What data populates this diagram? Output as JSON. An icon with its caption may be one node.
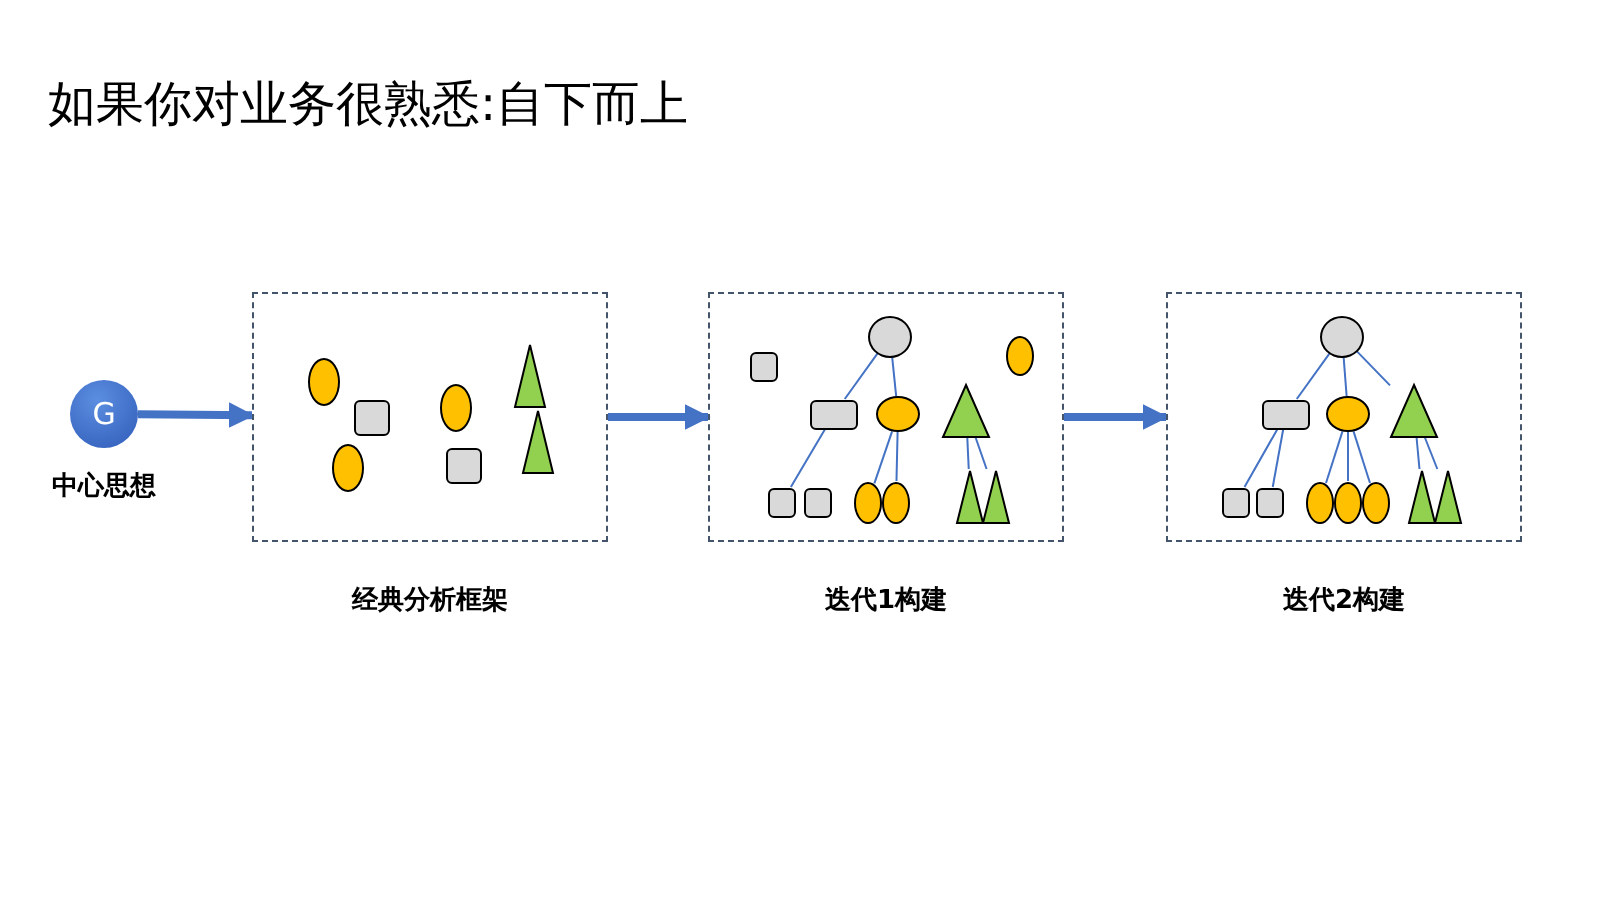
{
  "diagram": {
    "title": "如果你对业务很熟悉:自下而上",
    "nodes": [
      {
        "text": [
          "G"
        ],
        "beside": [
          "中心思想"
        ]
      },
      {
        "text": [
          "经典分析框架"
        ]
      },
      {
        "text": [],
        "shape": "ellipse",
        "in": 1
      },
      {
        "text": [],
        "shape": "box",
        "in": 1
      },
      {
        "text": [],
        "shape": "ellipse",
        "in": 1
      },
      {
        "text": [],
        "shape": "ellipse",
        "in": 1
      },
      {
        "text": [],
        "shape": "box",
        "in": 1
      },
      {
        "text": [],
        "shape": "triangle",
        "in": 1
      },
      {
        "text": [],
        "shape": "triangle",
        "in": 1
      },
      {
        "text": [
          "迭代1构建"
        ]
      },
      {
        "text": [],
        "shape": "box",
        "in": 9
      },
      {
        "text": [],
        "shape": "ellipse",
        "in": 9
      },
      {
        "text": [],
        "shape": "ellipse",
        "in": 9
      },
      {
        "text": [],
        "shape": "box",
        "in": 9
      },
      {
        "text": [],
        "shape": "ellipse",
        "in": 9
      },
      {
        "text": [],
        "shape": "triangle",
        "in": 9
      },
      {
        "text": [],
        "shape": "box",
        "in": 9
      },
      {
        "text": [],
        "shape": "box",
        "in": 9
      },
      {
        "text": [],
        "shape": "ellipse",
        "in": 9
      },
      {
        "text": [],
        "shape": "ellipse",
        "in": 9
      },
      {
        "text": [],
        "shape": "triangle",
        "in": 9
      },
      {
        "text": [],
        "shape": "triangle",
        "in": 9
      },
      {
        "text": [
          "迭代2构建"
        ]
      },
      {
        "text": [],
        "shape": "ellipse",
        "in": 22
      },
      {
        "text": [],
        "shape": "box",
        "in": 22
      },
      {
        "text": [],
        "shape": "ellipse",
        "in": 22
      },
      {
        "text": [],
        "shape": "triangle",
        "in": 22
      },
      {
        "text": [],
        "shape": "box",
        "in": 22
      },
      {
        "text": [],
        "shape": "box",
        "in": 22
      },
      {
        "text": [],
        "shape": "ellipse",
        "in": 22
      },
      {
        "text": [],
        "shape": "ellipse",
        "in": 22
      },
      {
        "text": [],
        "shape": "ellipse",
        "in": 22
      },
      {
        "text": [],
        "shape": "triangle",
        "in": 22
      },
      {
        "text": [],
        "shape": "triangle",
        "in": 22
      }
    ],
    "edges": [
      {
        "from": 0,
        "to": 1,
        "arrow": "to",
        "style": "thick"
      },
      {
        "from": 1,
        "to": 9,
        "arrow": "to",
        "style": "thick"
      },
      {
        "from": 9,
        "to": 22,
        "arrow": "to",
        "style": "thick"
      },
      {
        "from": 11,
        "to": 13,
        "arrow": "none"
      },
      {
        "from": 11,
        "to": 14,
        "arrow": "none"
      },
      {
        "from": 13,
        "to": 16,
        "arrow": "none"
      },
      {
        "from": 14,
        "to": 18,
        "arrow": "none"
      },
      {
        "from": 14,
        "to": 19,
        "arrow": "none"
      },
      {
        "from": 15,
        "to": 20,
        "arrow": "none"
      },
      {
        "from": 15,
        "to": 21,
        "arrow": "none"
      },
      {
        "from": 23,
        "to": 24,
        "arrow": "none"
      },
      {
        "from": 23,
        "to": 25,
        "arrow": "none"
      },
      {
        "from": 23,
        "to": 26,
        "arrow": "none"
      },
      {
        "from": 24,
        "to": 27,
        "arrow": "none"
      },
      {
        "from": 24,
        "to": 28,
        "arrow": "none"
      },
      {
        "from": 25,
        "to": 29,
        "arrow": "none"
      },
      {
        "from": 25,
        "to": 30,
        "arrow": "none"
      },
      {
        "from": 25,
        "to": 31,
        "arrow": "none"
      },
      {
        "from": 26,
        "to": 32,
        "arrow": "none"
      },
      {
        "from": 26,
        "to": 33,
        "arrow": "none"
      }
    ]
  }
}
